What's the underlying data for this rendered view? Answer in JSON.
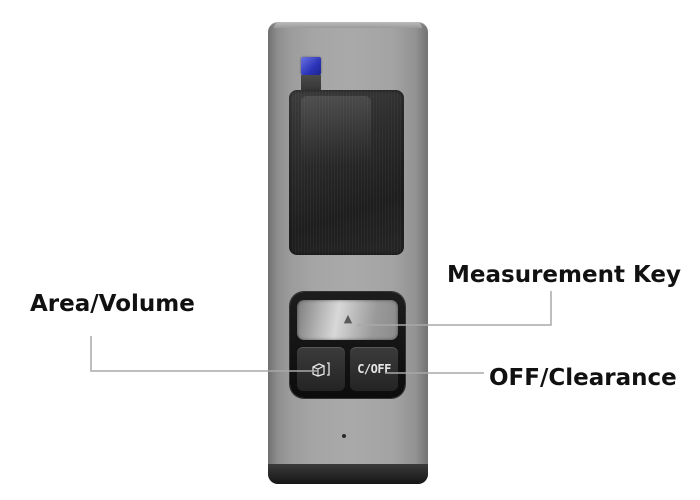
{
  "callouts": {
    "measurement_key": "Measurement Key",
    "area_volume": "Area/Volume",
    "off_clearance": "OFF/Clearance"
  },
  "device": {
    "keys": {
      "off_clear_label": "C/OFF",
      "area_volume_icon": "area-volume-icon",
      "measure_icon": "triangle-marker-icon"
    },
    "colors": {
      "body": "#a6a6a6",
      "laser_window": "#2b34b8",
      "screen": "#2b2b2b",
      "button_panel": "#111111"
    }
  }
}
